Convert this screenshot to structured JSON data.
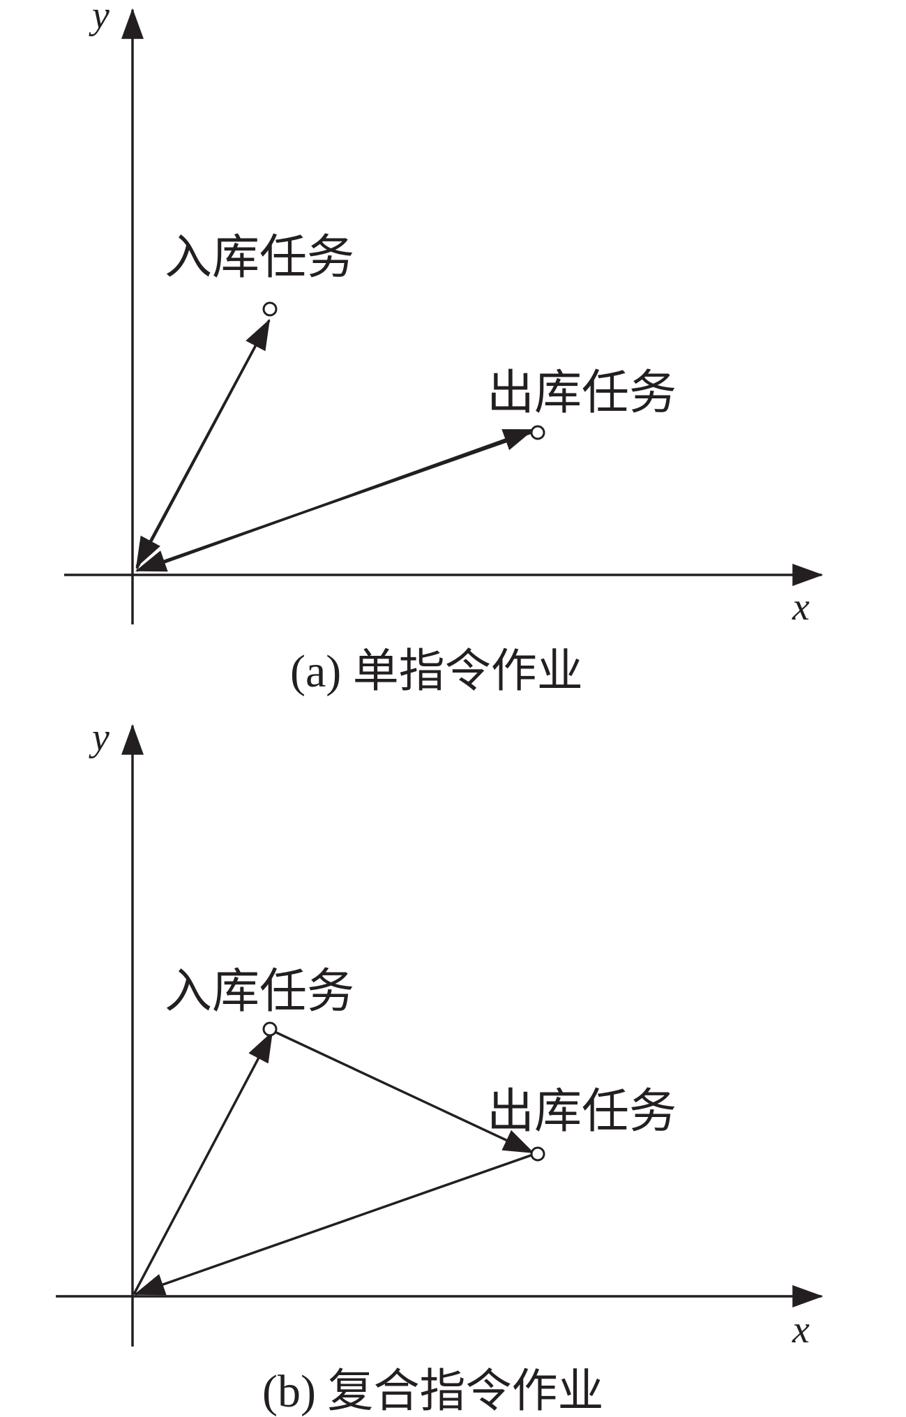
{
  "panels": [
    {
      "axis_x": "x",
      "axis_y": "y",
      "inbound_label": "入库任务",
      "outbound_label": "出库任务",
      "caption": "(a) 单指令作业"
    },
    {
      "axis_x": "x",
      "axis_y": "y",
      "inbound_label": "入库任务",
      "outbound_label": "出库任务",
      "caption": "(b) 复合指令作业"
    }
  ],
  "colors": {
    "ink": "#231f20",
    "background": "#ffffff"
  }
}
